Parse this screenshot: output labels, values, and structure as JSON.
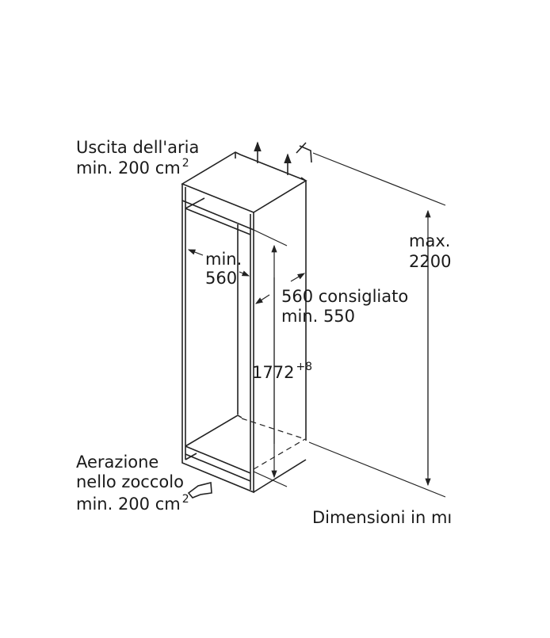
{
  "labels": {
    "air_outlet_line1": "Uscita dell'aria",
    "air_outlet_line2": "min. 200 cm",
    "air_outlet_sup": "2",
    "max_height_line1": "max.",
    "max_height_line2": "2200",
    "inner_width_line1": "min.",
    "inner_width_line2": "560",
    "depth_line1": "560 consigliato",
    "depth_line2": "min. 550",
    "niche_height": "1772",
    "niche_tolerance": "+8",
    "plinth_line1": "Aerazione",
    "plinth_line2": "nello zoccolo",
    "plinth_line3": "min. 200 cm",
    "plinth_sup": "2",
    "units_note": "Dimensioni in mı"
  }
}
